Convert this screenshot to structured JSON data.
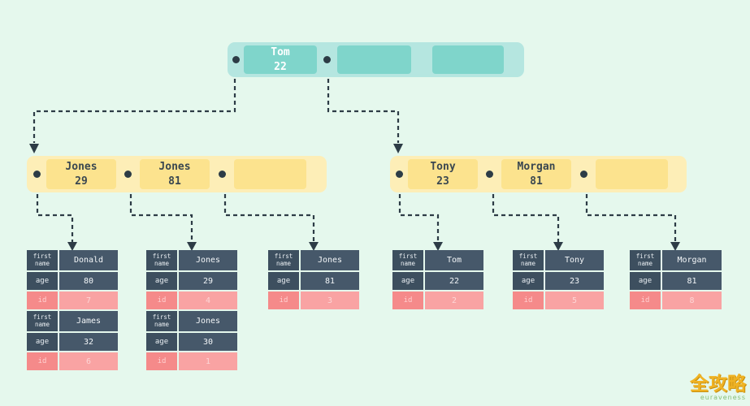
{
  "colors": {
    "background": "#e5f8ed",
    "root_node_outer": "#b5e6e0",
    "root_node_cell": "#7fd5cb",
    "internal_node_outer": "#fdeeb7",
    "internal_node_cell": "#fce38e",
    "record_label_bg": "#3d4f5f",
    "record_value_bg": "#46586a",
    "id_label_bg": "#f58a8a",
    "id_value_bg": "#f9a3a3",
    "connector": "#2d3c46",
    "watermark_gold": "#f0b324"
  },
  "root_node": {
    "key1_name": "Tom",
    "key1_value": "22"
  },
  "left_node": {
    "key1_name": "Jones",
    "key1_value": "29",
    "key2_name": "Jones",
    "key2_value": "81"
  },
  "right_node": {
    "key1_name": "Tony",
    "key1_value": "23",
    "key2_name": "Morgan",
    "key2_value": "81"
  },
  "field_labels": {
    "first": "first",
    "name": "name",
    "age": "age",
    "id": "id"
  },
  "leaves": [
    {
      "records": [
        {
          "first_name": "Donald",
          "age": "80",
          "id": "7"
        },
        {
          "first_name": "James",
          "age": "32",
          "id": "6"
        }
      ]
    },
    {
      "records": [
        {
          "first_name": "Jones",
          "age": "29",
          "id": "4"
        },
        {
          "first_name": "Jones",
          "age": "30",
          "id": "1"
        }
      ]
    },
    {
      "records": [
        {
          "first_name": "Jones",
          "age": "81",
          "id": "3"
        }
      ]
    },
    {
      "records": [
        {
          "first_name": "Tom",
          "age": "22",
          "id": "2"
        }
      ]
    },
    {
      "records": [
        {
          "first_name": "Tony",
          "age": "23",
          "id": "5"
        }
      ]
    },
    {
      "records": [
        {
          "first_name": "Morgan",
          "age": "81",
          "id": "8"
        }
      ]
    }
  ],
  "watermark": {
    "title": "全攻略",
    "subtitle": "euraveness"
  }
}
